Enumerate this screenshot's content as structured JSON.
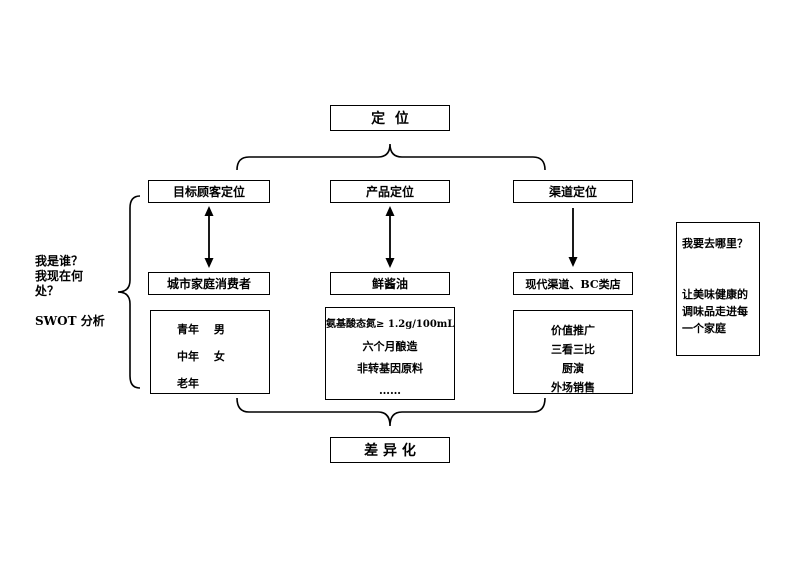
{
  "top": {
    "title": "定  位"
  },
  "bottom": {
    "title": "差 异 化"
  },
  "columns": [
    {
      "header": "目标顾客定位",
      "mid": "城市家庭消费者",
      "arrow": "double",
      "details": [
        "青年　 男",
        "中年　 女",
        "老年"
      ]
    },
    {
      "header": "产品定位",
      "mid": "鲜酱油",
      "arrow": "double",
      "details": [
        "氨基酸态氮≥ 1.2g/100mL",
        "六个月酿造",
        "非转基因原料",
        "……"
      ]
    },
    {
      "header": "渠道定位",
      "mid": "现代渠道、BC类店",
      "arrow": "down",
      "details": [
        "价值推广",
        "三看三比",
        "厨演",
        "外场销售"
      ]
    }
  ],
  "left_note": {
    "lines": [
      "我是谁？",
      "我现在何",
      "处？",
      "",
      "SWOT 分析"
    ]
  },
  "right_note": {
    "lines": [
      "我要去哪里？",
      "",
      "让美味健康的",
      "调味品走进每",
      "一个家庭"
    ]
  },
  "colors": {
    "line": "#000000",
    "background": "#ffffff"
  }
}
